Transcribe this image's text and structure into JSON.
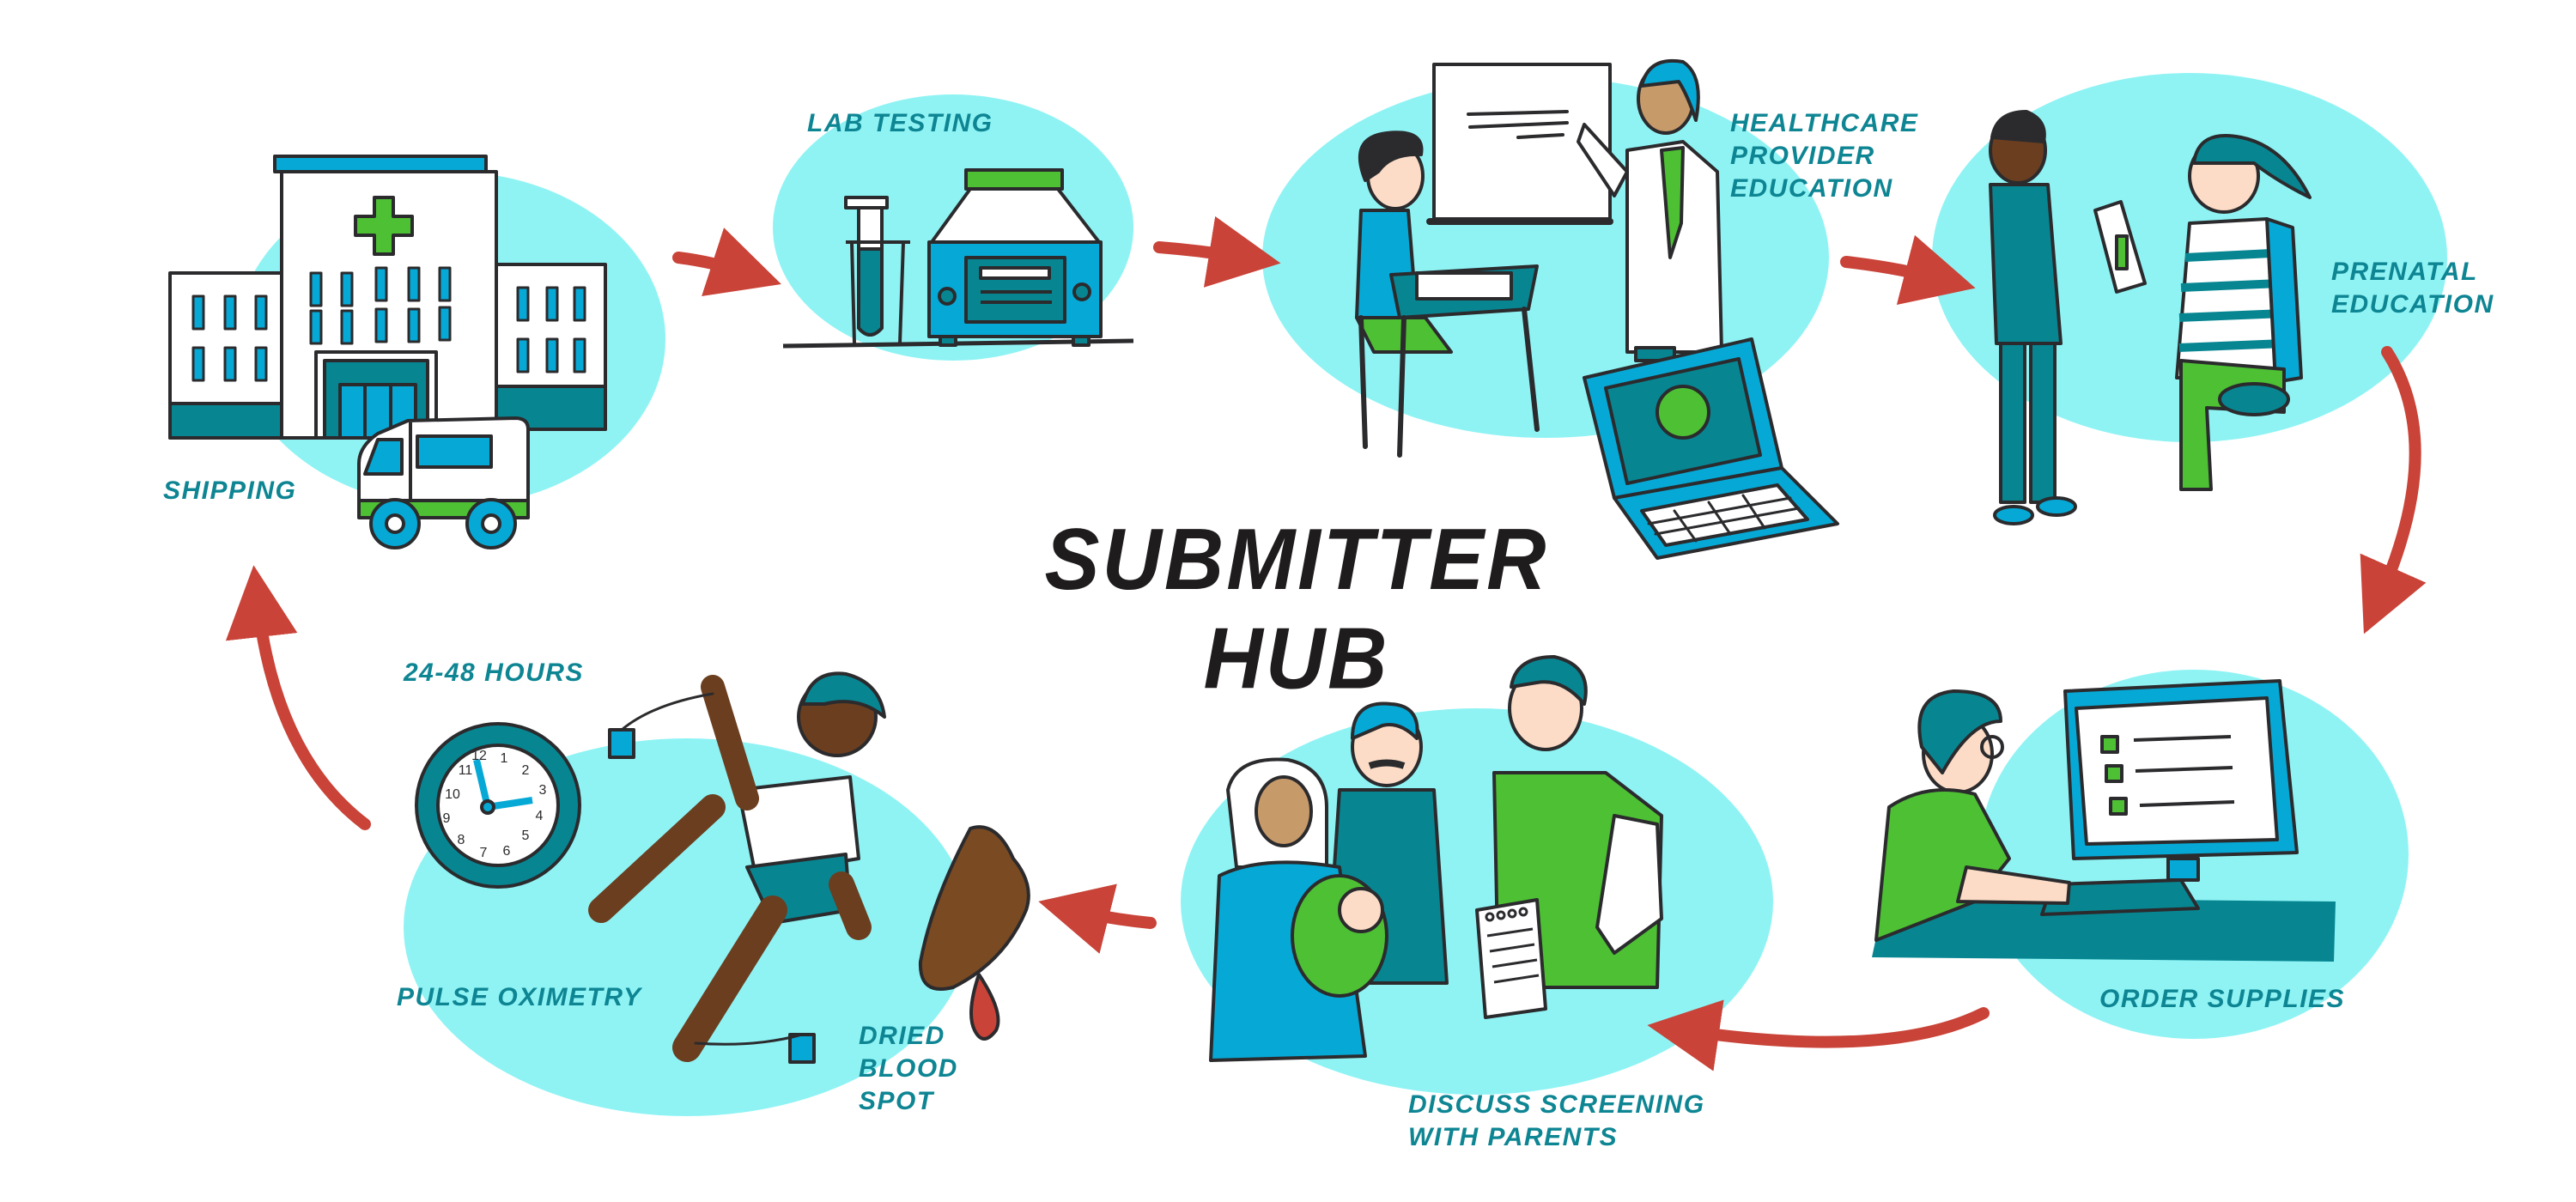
{
  "title": "SUBMITTER HUB",
  "colors": {
    "blob": "#8ff3f4",
    "teal_text": "#0e8593",
    "arrow_red": "#c94338",
    "outline": "#2b2b2e",
    "blue": "#06a9d6",
    "dark_teal": "#078692",
    "green": "#4ec034",
    "skin_brown": "#7a4a22",
    "skin_tan": "#c79a6a",
    "skin_light": "#fcdcc6"
  },
  "steps": [
    {
      "id": "shipping",
      "label": "SHIPPING",
      "icon": "hospital-ambulance-icon"
    },
    {
      "id": "lab_testing",
      "label": "LAB TESTING",
      "icon": "test-tube-centrifuge-icon"
    },
    {
      "id": "healthcare_provider_education",
      "label": "HEALTHCARE\nPROVIDER\nEDUCATION",
      "icon": "classroom-doctor-laptop-icon"
    },
    {
      "id": "prenatal_education",
      "label": "PRENATAL\nEDUCATION",
      "icon": "nurse-pregnant-woman-icon"
    },
    {
      "id": "order_supplies",
      "label": "ORDER SUPPLIES",
      "icon": "computer-checklist-icon"
    },
    {
      "id": "discuss_screening",
      "label": "DISCUSS SCREENING\nWITH PARENTS",
      "icon": "family-doctor-icon"
    },
    {
      "id": "dried_blood_spot",
      "label": "DRIED\nBLOOD\nSPOT",
      "icon": "foot-blood-drop-icon"
    },
    {
      "id": "pulse_oximetry",
      "label": "PULSE OXIMETRY",
      "icon": "baby-oximeter-icon"
    },
    {
      "id": "timing",
      "label": "24-48 HOURS",
      "icon": "clock-icon"
    }
  ],
  "clock": {
    "numerals": [
      "12",
      "1",
      "2",
      "3",
      "4",
      "5",
      "6",
      "7",
      "8",
      "9",
      "10",
      "11"
    ]
  },
  "flow": [
    "shipping",
    "lab_testing",
    "healthcare_provider_education",
    "prenatal_education",
    "order_supplies",
    "discuss_screening",
    "dried_blood_spot",
    "shipping"
  ]
}
